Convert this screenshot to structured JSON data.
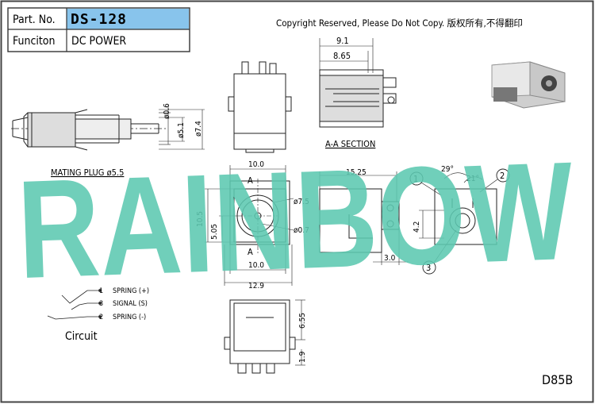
{
  "header": {
    "part_no_label": "Part. No.",
    "part_no_value": "DS-128",
    "function_label": "Funciton",
    "function_value": "DC POWER",
    "copyright": "Copyright Reserved, Please Do Not Copy. 版权所有,不得翻印"
  },
  "mating_plug": {
    "label": "MATING PLUG ø5.5",
    "dims": [
      "ø0.6",
      "ø5.1",
      "ø7.4"
    ]
  },
  "section": {
    "label": "A-A SECTION",
    "dims": [
      "9.1",
      "8.65"
    ]
  },
  "front_view": {
    "dims": [
      "10.0",
      "10.5",
      "5.05",
      "ø7.5",
      "ø0.7",
      "10.0",
      "12.9"
    ],
    "section_marks": [
      "A",
      "A"
    ]
  },
  "side_view": {
    "dims": [
      "15.25",
      "3.0"
    ]
  },
  "rear_view": {
    "dims": [
      "29°",
      "21°",
      "4.2"
    ],
    "callouts": [
      "1",
      "2",
      "3"
    ]
  },
  "bottom_view": {
    "dims": [
      "6.55",
      "1.9"
    ]
  },
  "circuit": {
    "title": "Circuit",
    "pins": [
      {
        "num": "1",
        "label": "SPRING (+)"
      },
      {
        "num": "3",
        "label": "SIGNAL (S)"
      },
      {
        "num": "2",
        "label": "SPRING (-)"
      }
    ]
  },
  "watermark": "RAINBOW",
  "drawing_code": "D85B",
  "colors": {
    "part_no_bg": "#88c4ec",
    "watermark": "#5cc8b0",
    "line": "#222222",
    "border": "#444444"
  }
}
